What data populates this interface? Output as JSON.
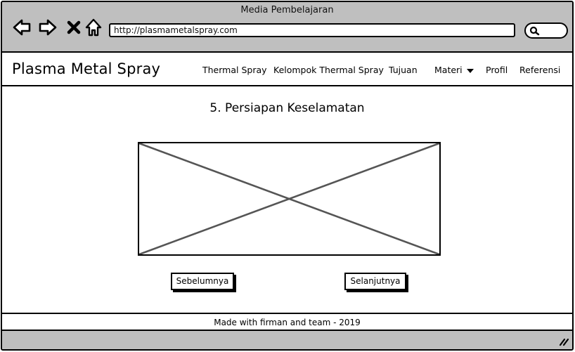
{
  "window": {
    "title": "Media Pembelajaran"
  },
  "browser": {
    "url": "http://plasmametalspray.com",
    "icons": [
      "back-icon",
      "forward-icon",
      "close-icon",
      "home-icon",
      "search-icon"
    ]
  },
  "site": {
    "brand": "Plasma Metal Spray",
    "nav": {
      "thermal_spray": "Thermal Spray",
      "kelompok": "Kelompok Thermal Spray",
      "tujuan": "Tujuan",
      "materi": "Materi",
      "profil": "Profil",
      "referensi": "Referensi"
    }
  },
  "main": {
    "title": "5. Persiapan Keselamatan",
    "prev_button": "Sebelumnya",
    "next_button": "Selanjutnya"
  },
  "footer": {
    "text": "Made with firman and team - 2019"
  }
}
